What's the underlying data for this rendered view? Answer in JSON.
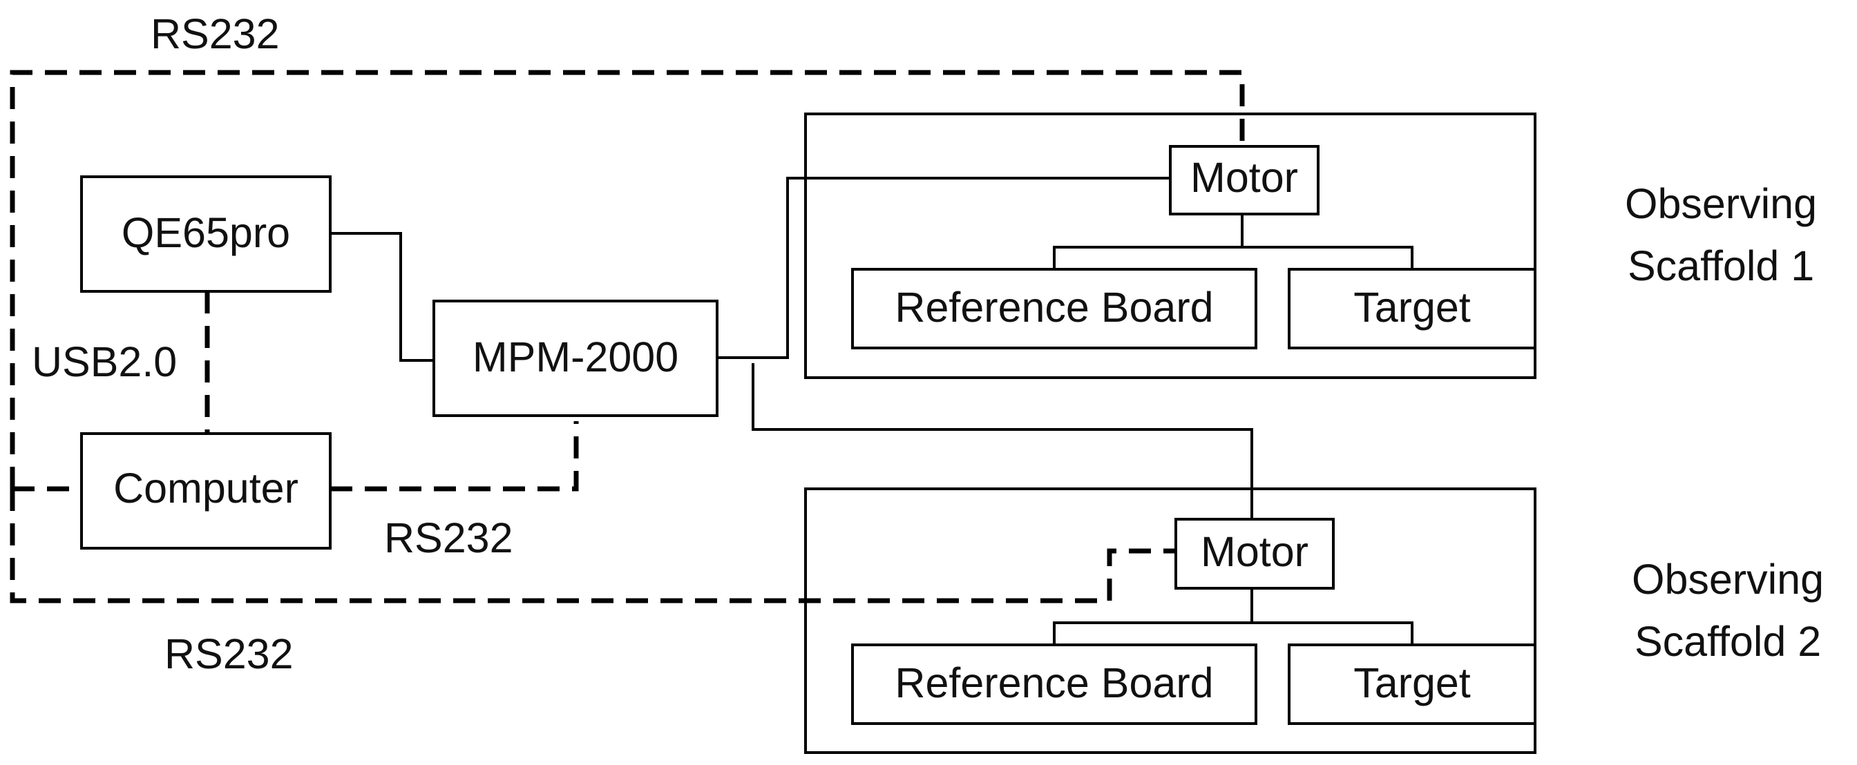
{
  "nodes": {
    "qe65pro": "QE65pro",
    "computer": "Computer",
    "mpm2000": "MPM-2000",
    "motor1": "Motor",
    "reference_board1": "Reference Board",
    "target1": "Target",
    "motor2": "Motor",
    "reference_board2": "Reference Board",
    "target2": "Target"
  },
  "groups": {
    "scaffold1": {
      "line1": "Observing",
      "line2": "Scaffold 1"
    },
    "scaffold2": {
      "line1": "Observing",
      "line2": "Scaffold 2"
    }
  },
  "connections": {
    "usb_label": "USB2.0",
    "rs232_top": "RS232",
    "rs232_mid": "RS232",
    "rs232_bottom": "RS232"
  }
}
